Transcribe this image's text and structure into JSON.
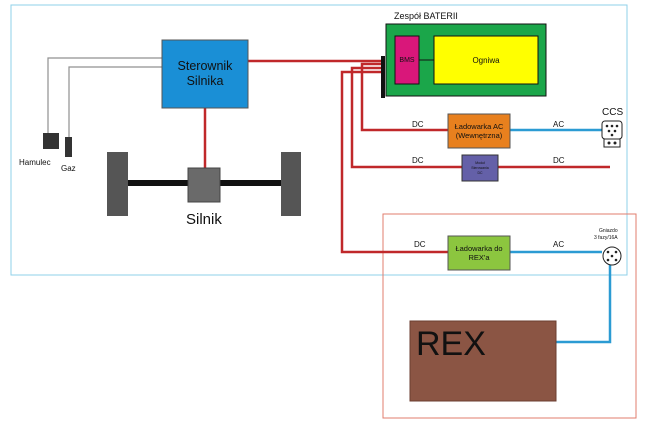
{
  "battery_pack": {
    "title": "Zespół BATERII",
    "bms": "BMS",
    "cells": "Ogniwa"
  },
  "motor_controller": {
    "line1": "Sterownik",
    "line2": "Silnika"
  },
  "motor": {
    "label": "Silnik"
  },
  "pedals": {
    "brake": "Hamulec",
    "throttle": "Gaz"
  },
  "ac_charger": {
    "line1": "Ładowarka AC",
    "line2": "(Wewnętrzna)"
  },
  "dc_module": {
    "line1": "Moduł",
    "line2": "Sterowania",
    "line3": "DC"
  },
  "rex_charger": {
    "line1": "Ładowarka do",
    "line2": "REX'a"
  },
  "ccs": {
    "label": "CCS"
  },
  "socket": {
    "line1": "Gniazdo",
    "line2": "3 fazy/16A"
  },
  "rex": {
    "label": "REX"
  },
  "wire_labels": {
    "dc_ac_charger": "DC",
    "ac_ccs": "AC",
    "dc_module_left": "DC",
    "dc_module_right": "DC",
    "dc_rex": "DC",
    "ac_rex": "AC"
  },
  "colors": {
    "wire_dc": "#c0282a",
    "wire_ac": "#2b9bd3",
    "signal": "#909090",
    "controller": "#1a8fd6",
    "battery_pack": "#1ba64a",
    "bms": "#d9177a",
    "cells": "#ffff00",
    "ac_charger": "#e8801e",
    "dc_module": "#6460a8",
    "rex_charger": "#8cc63f",
    "rex": "#8b5544",
    "outer_frame": "#8fd0ea",
    "rex_frame": "#e07d6e"
  }
}
